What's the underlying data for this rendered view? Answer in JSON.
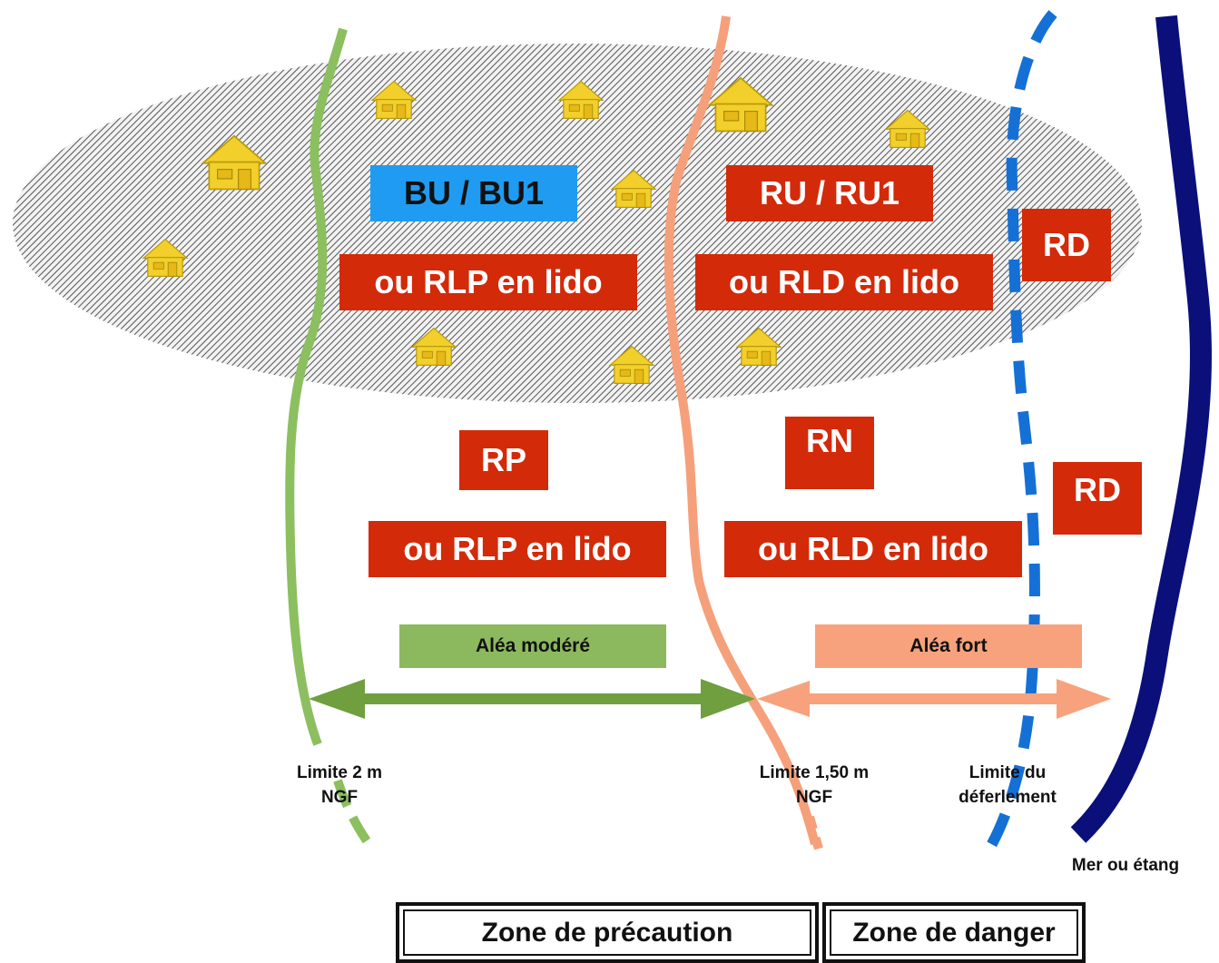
{
  "zones": {
    "bu_bu1": "BU / BU1",
    "rlp_lido_urban": "ou RLP en lido",
    "ru_ru1": "RU / RU1",
    "rld_lido_urban": "ou RLD en lido",
    "rd_urban": "RD",
    "rp": "RP",
    "rlp_lido_natural": "ou RLP en lido",
    "rn": "RN",
    "rld_lido_natural": "ou RLD en lido",
    "rd_natural": "RD"
  },
  "hazards": {
    "moderate": "Aléa modéré",
    "strong": "Aléa fort"
  },
  "limits": {
    "limit_2m": "Limite 2 m\nNGF",
    "limit_150m": "Limite 1,50 m\nNGF",
    "limit_breaking": "Limite du\ndéferlement",
    "sea": "Mer ou étang"
  },
  "areas": {
    "precaution": "Zone de précaution",
    "danger": "Zone de danger"
  },
  "colors": {
    "zone_red": "#d32a0a",
    "zone_blue": "#1f9cf2",
    "moderate_green": "#8db95e",
    "strong_orange": "#f7a27c",
    "limit_green": "#8cbf5f",
    "limit_orange": "#f5a07a",
    "breaking_blue": "#1570d6",
    "sea_navy": "#0a0f7a",
    "house_yellow": "#f2cf2a"
  }
}
